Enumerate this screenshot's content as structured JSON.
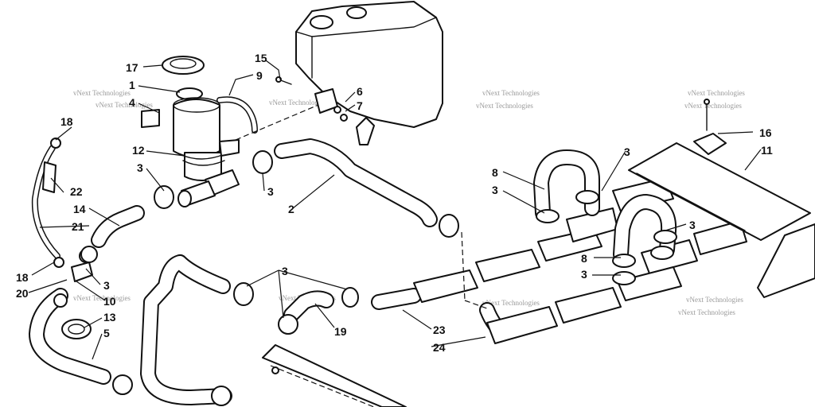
{
  "callouts": [
    {
      "id": "label-17",
      "text": "17"
    },
    {
      "id": "label-15",
      "text": "15"
    },
    {
      "id": "label-9",
      "text": "9"
    },
    {
      "id": "label-1",
      "text": "1"
    },
    {
      "id": "label-4",
      "text": "4"
    },
    {
      "id": "label-6",
      "text": "6"
    },
    {
      "id": "label-7",
      "text": "7"
    },
    {
      "id": "label-18a",
      "text": "18"
    },
    {
      "id": "label-12",
      "text": "12"
    },
    {
      "id": "label-3a",
      "text": "3"
    },
    {
      "id": "label-3b",
      "text": "3"
    },
    {
      "id": "label-22",
      "text": "22"
    },
    {
      "id": "label-2",
      "text": "2"
    },
    {
      "id": "label-14",
      "text": "14"
    },
    {
      "id": "label-21",
      "text": "21"
    },
    {
      "id": "label-18b",
      "text": "18"
    },
    {
      "id": "label-20",
      "text": "20"
    },
    {
      "id": "label-3c",
      "text": "3"
    },
    {
      "id": "label-10",
      "text": "10"
    },
    {
      "id": "label-13",
      "text": "13"
    },
    {
      "id": "label-5",
      "text": "5"
    },
    {
      "id": "label-3d",
      "text": "3"
    },
    {
      "id": "label-19",
      "text": "19"
    },
    {
      "id": "label-23",
      "text": "23"
    },
    {
      "id": "label-24",
      "text": "24"
    },
    {
      "id": "label-8a",
      "text": "8"
    },
    {
      "id": "label-3e",
      "text": "3"
    },
    {
      "id": "label-3f",
      "text": "3"
    },
    {
      "id": "label-16",
      "text": "16"
    },
    {
      "id": "label-11",
      "text": "11"
    },
    {
      "id": "label-3g",
      "text": "3"
    },
    {
      "id": "label-8b",
      "text": "8"
    },
    {
      "id": "label-3h",
      "text": "3"
    }
  ],
  "watermark": {
    "text": "vNext Technologies"
  }
}
